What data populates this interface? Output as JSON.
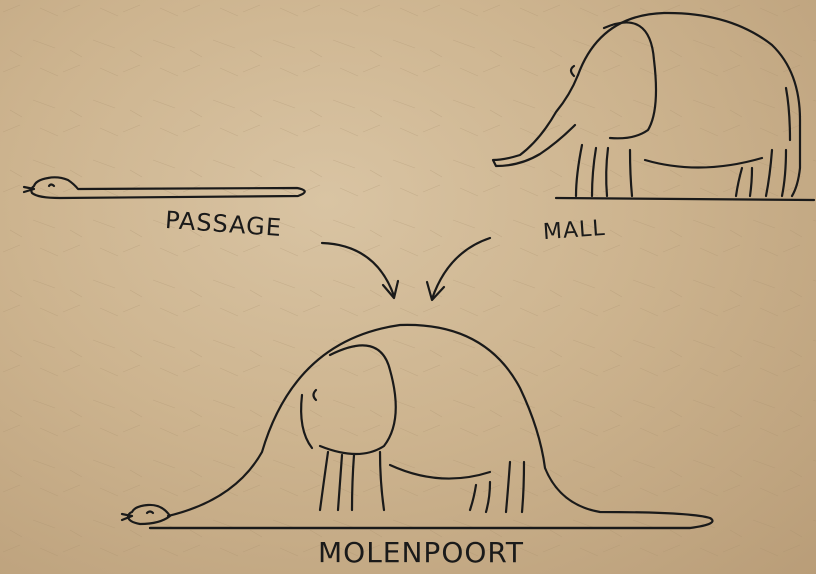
{
  "labels": {
    "passage": "Passage",
    "mall": "Mall",
    "combined": "Molenpoort"
  },
  "figures": {
    "passage": "snake",
    "mall": "elephant",
    "combined": "snake-swallowed-elephant"
  },
  "colors": {
    "paper": "#cdb48f",
    "ink": "#1a1a1a"
  }
}
